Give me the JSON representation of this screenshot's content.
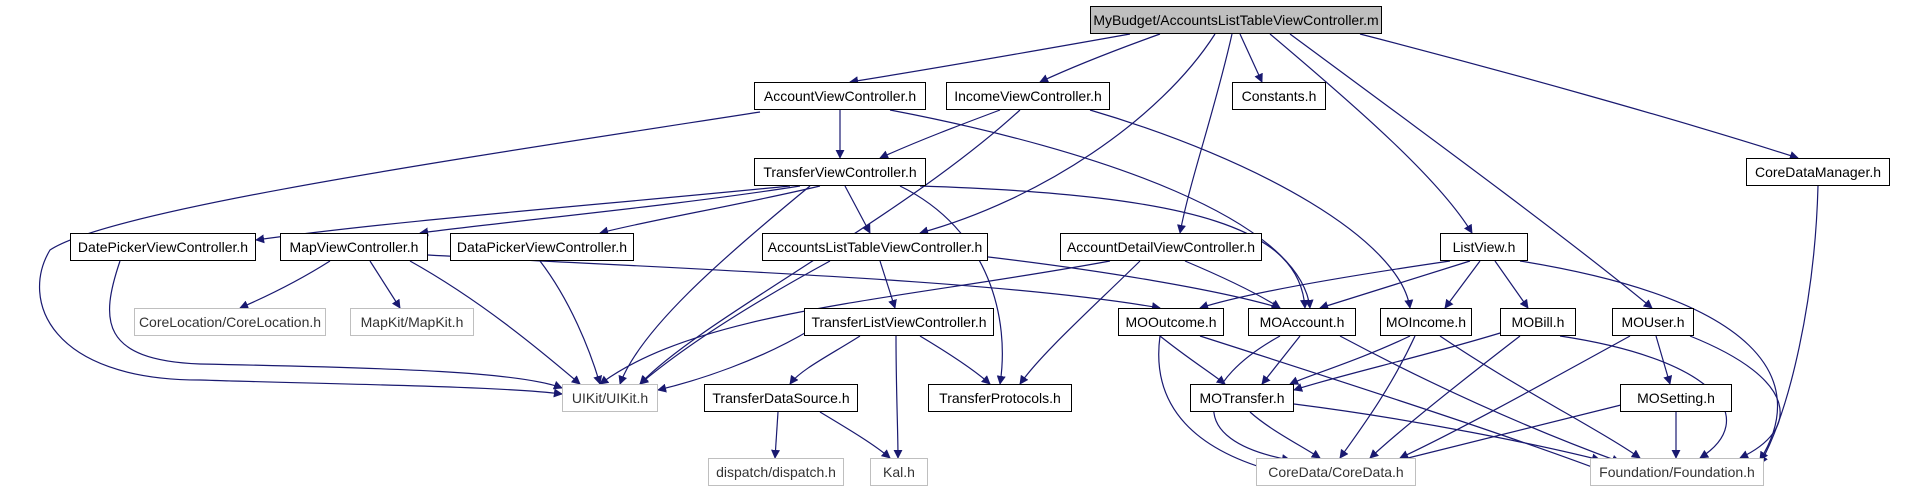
{
  "colors": {
    "edge": "#191970",
    "node_border": "#000000",
    "external_border": "#bfbfbf",
    "root_fill": "#bfbfbf"
  },
  "nodes": {
    "root": "MyBudget/AccountsListTableViewController.m",
    "account_vc": "AccountViewController.h",
    "income_vc": "IncomeViewController.h",
    "constants": "Constants.h",
    "core_data_manager": "CoreDataManager.h",
    "transfer_vc": "TransferViewController.h",
    "date_picker_vc": "DatePickerViewController.h",
    "map_vc": "MapViewController.h",
    "data_picker_vc": "DataPickerViewController.h",
    "accounts_list_vc": "AccountsListTableViewController.h",
    "account_detail_vc": "AccountDetailViewController.h",
    "list_view": "ListView.h",
    "core_location": "CoreLocation/CoreLocation.h",
    "mapkit": "MapKit/MapKit.h",
    "transfer_list_vc": "TransferListViewController.h",
    "mo_outcome": "MOOutcome.h",
    "mo_account": "MOAccount.h",
    "mo_income": "MOIncome.h",
    "mo_bill": "MOBill.h",
    "mo_user": "MOUser.h",
    "uikit": "UIKit/UIKit.h",
    "transfer_data_source": "TransferDataSource.h",
    "transfer_protocols": "TransferProtocols.h",
    "mo_transfer": "MOTransfer.h",
    "mo_setting": "MOSetting.h",
    "dispatch": "dispatch/dispatch.h",
    "kal": "Kal.h",
    "core_data": "CoreData/CoreData.h",
    "foundation": "Foundation/Foundation.h"
  }
}
